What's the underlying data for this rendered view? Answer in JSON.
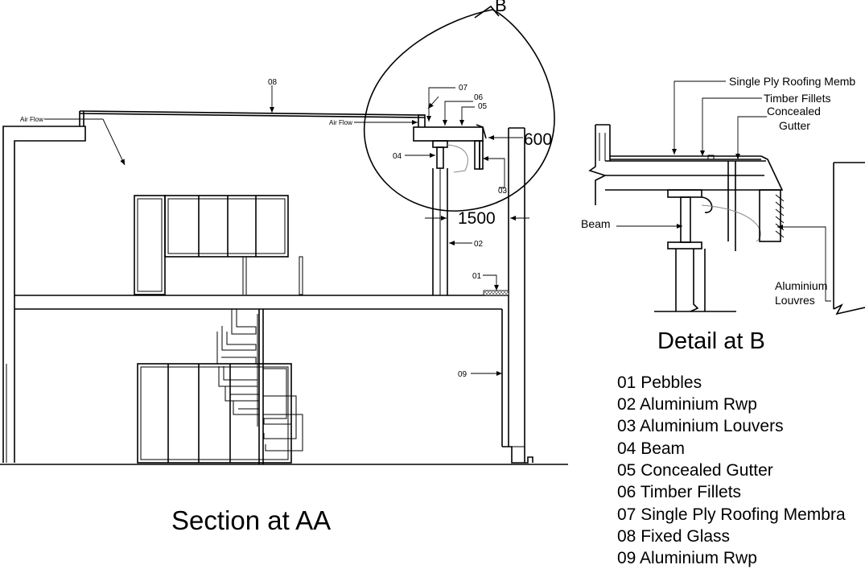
{
  "titles": {
    "section": "Section at AA",
    "detail": "Detail at B",
    "bubble": "B"
  },
  "section_labels": {
    "air_flow_left": "Air Flow",
    "air_flow_right": "Air Flow",
    "n08": "08",
    "n07": "07",
    "n06": "06",
    "n05": "05",
    "n04": "04",
    "n03": "03",
    "n02": "02",
    "n01": "01",
    "n09": "09",
    "dim_600": "600",
    "dim_1500": "1500"
  },
  "detail_labels": {
    "roofing": "Single Ply Roofing Memb",
    "fillets": "Timber Fillets",
    "gutter_1": "Concealed",
    "gutter_2": "Gutter",
    "beam": "Beam",
    "louvres_1": "Aluminium",
    "louvres_2": "Louvres"
  },
  "legend": [
    "01 Pebbles",
    "02 Aluminium Rwp",
    "03 Aluminium Louvers",
    "04 Beam",
    "05 Concealed Gutter",
    "06 Timber Fillets",
    "07 Single Ply Roofing Membra",
    "08  Fixed Glass",
    "09  Aluminium Rwp"
  ]
}
